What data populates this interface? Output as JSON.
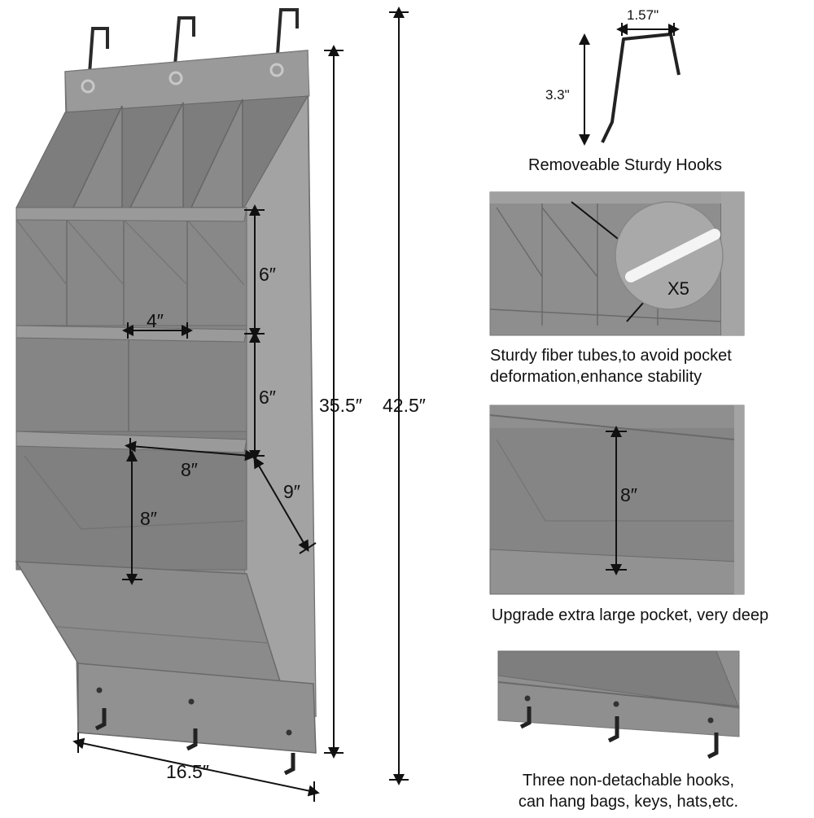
{
  "dimensions": {
    "pocket_height_upper": "6″",
    "pocket_height_middle": "6″",
    "pocket_width_small": "4″",
    "pocket_width_large": "8″",
    "pocket_height_large": "8″",
    "pocket_depth": "9″",
    "body_height": "35.5″",
    "total_height": "42.5″",
    "width": "16.5″"
  },
  "hook_detail": {
    "width": "1.57\"",
    "height": "3.3\"",
    "caption": "Removeable Sturdy Hooks"
  },
  "tubes_detail": {
    "count": "X5",
    "caption_line1": "Sturdy fiber tubes,to avoid pocket",
    "caption_line2": "deformation,enhance stability"
  },
  "large_pocket_detail": {
    "depth": "8″",
    "caption": "Upgrade extra large pocket, very deep"
  },
  "bottom_hooks_detail": {
    "caption_line1": "Three non-detachable hooks,",
    "caption_line2": "can hang bags, keys, hats,etc."
  },
  "colors": {
    "fabric": "#8c8c8c",
    "fabric_dark": "#6e6e6e",
    "fabric_light": "#a6a6a6",
    "metal": "#2a2a2a"
  }
}
